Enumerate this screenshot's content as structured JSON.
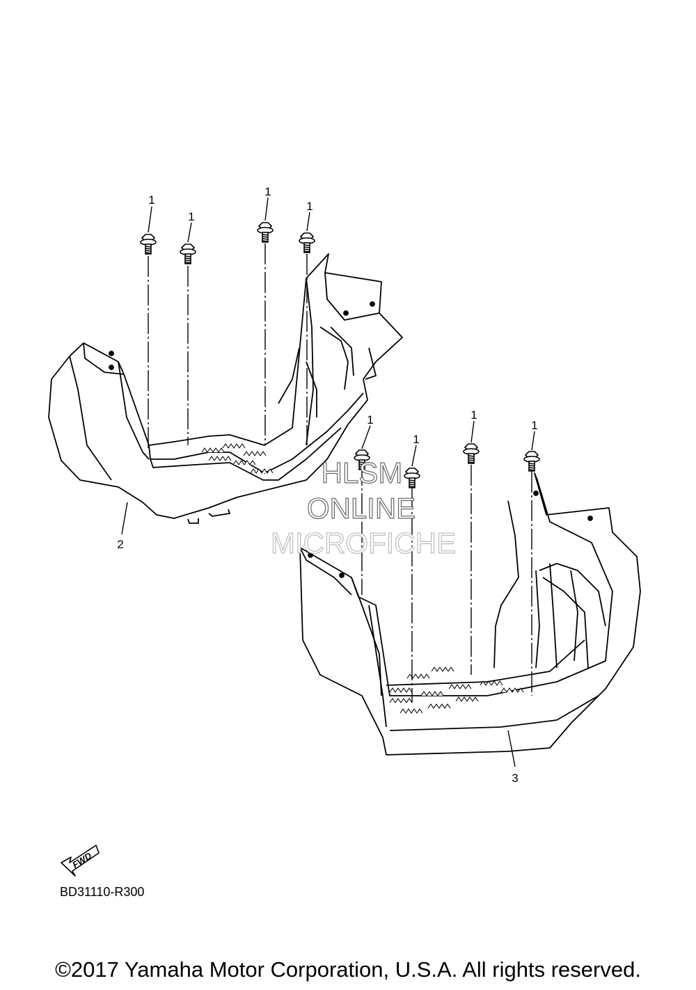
{
  "diagram": {
    "callouts": {
      "bolt": "1",
      "left_guard": "2",
      "right_guard": "3"
    },
    "watermark": {
      "line1": "HLSM",
      "line2": "ONLINE",
      "line3": "MICROFICHE"
    },
    "fwd_label": "FWD",
    "diagram_code": "BD31110-R300"
  },
  "footer": {
    "copyright": "©2017 Yamaha Motor Corporation, U.S.A. All rights reserved."
  }
}
